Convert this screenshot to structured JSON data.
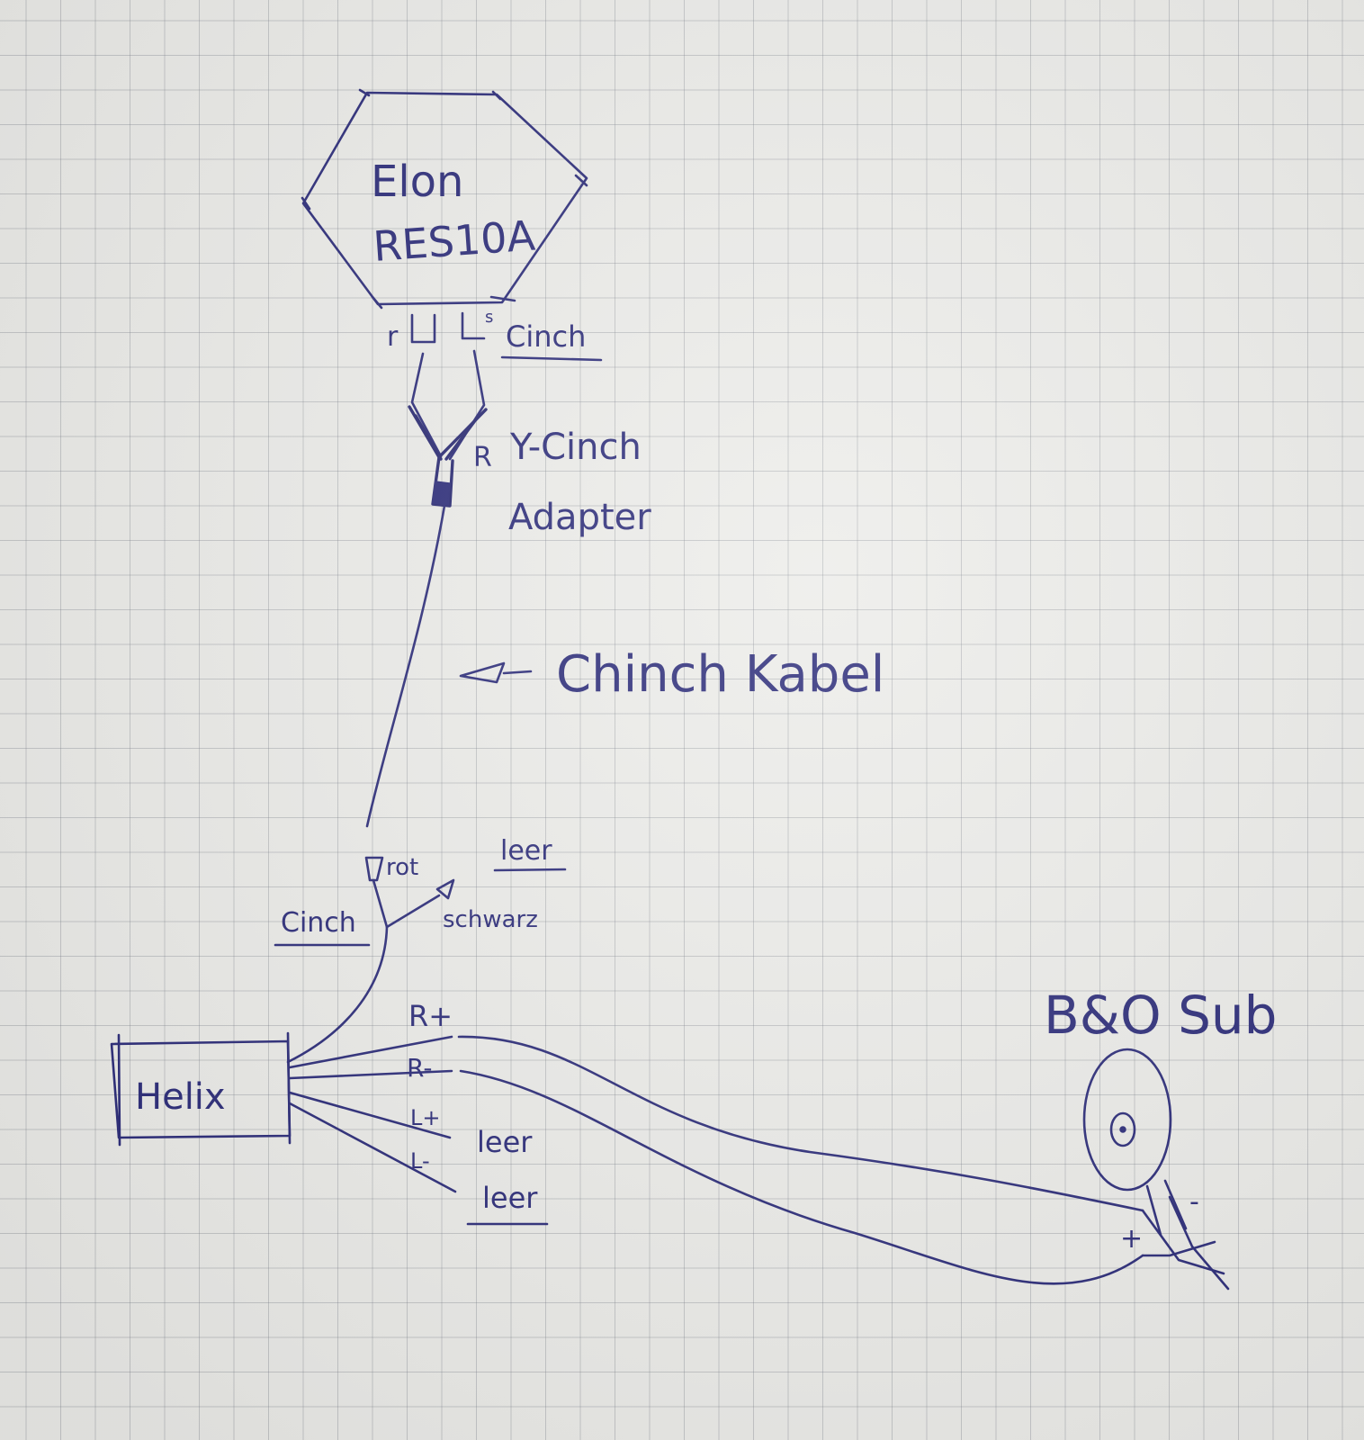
{
  "labels": {
    "device_name": "Elon",
    "device_model": "RES10A",
    "cinch_top": "Cinch",
    "left_mark": "r",
    "right_mark": "s",
    "y_adapter_r": "R",
    "y_adapter_line1": "Y-Cinch",
    "y_adapter_line2": "Adapter",
    "cable_label": "Chinch Kabel",
    "red_plug": "rot",
    "black_plug": "schwarz",
    "empty_top": "leer",
    "cinch_bottom": "Cinch",
    "amp_name": "Helix",
    "r_plus": "R+",
    "r_minus": "R-",
    "l_plus": "L+",
    "l_minus": "L-",
    "empty_l_plus": "leer",
    "empty_l_minus": "leer",
    "sub_name": "B&O Sub",
    "sub_plus": "+",
    "sub_minus": "-"
  },
  "colors": {
    "ink": "#2a2a78",
    "paper": "#ecece9"
  }
}
